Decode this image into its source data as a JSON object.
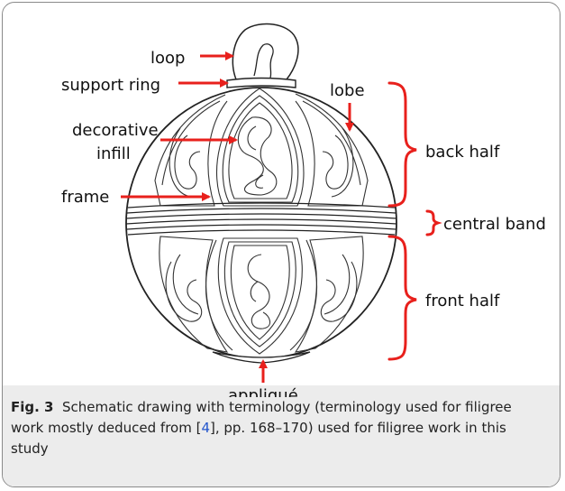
{
  "labels": {
    "loop": "loop",
    "support_ring": "support ring",
    "decorative_1": "decorative",
    "decorative_2": "infill",
    "frame": "frame",
    "lobe": "lobe",
    "back_half": "back half",
    "central_band": "central band",
    "front_half": "front half",
    "applique": "appliqué"
  },
  "caption": {
    "fig_label": "Fig. 3",
    "text_before_ref": "Schematic drawing with terminology (terminology used for filigree work mostly deduced from [",
    "ref": "4",
    "text_after_ref": "], pp. 168–170) used for filigree work in this study"
  },
  "colors": {
    "annotation": "#e8201c",
    "caption_bg": "#ececec",
    "link": "#2255cc"
  }
}
